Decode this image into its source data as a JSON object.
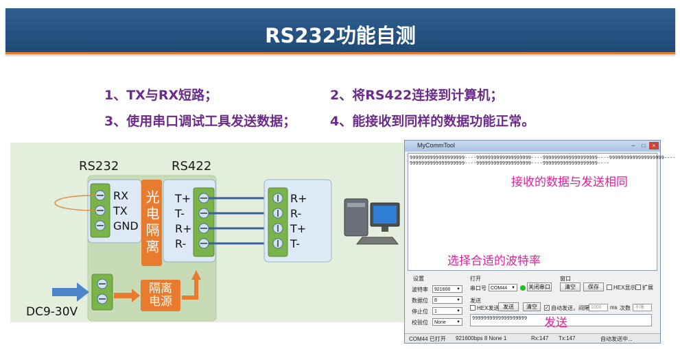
{
  "header": {
    "title": "RS232功能自测"
  },
  "steps": [
    "1、TX与RX短路；",
    "2、将RS422连接到计算机；",
    "3、使用串口调试工具发送数据；",
    "4、能接收到同样的数据功能正常。"
  ],
  "diagram": {
    "rs232_label": "RS232",
    "rs422_label": "RS422",
    "rs232_pins": [
      "RX",
      "TX",
      "GND"
    ],
    "rs422_pins": [
      "T+",
      "T-",
      "R+",
      "R-"
    ],
    "pc_pins": [
      "R+",
      "R-",
      "T+",
      "T-"
    ],
    "isolation_label": "光电隔离",
    "power_label": "隔离电源",
    "dc_label": "DC9-30V",
    "colors": {
      "module_green": "#79b34a",
      "isolation_orange": "#e87b2e",
      "wire_blue": "#3c5f9c",
      "arrow_blue": "#4a86c8",
      "loop_orange": "#e08c4a"
    }
  },
  "annotations": {
    "receive": "接收的数据与发送相同",
    "baud": "选择合适的波特率",
    "send": "发送"
  },
  "app": {
    "title": "MyCommTool",
    "receive_lines": [
      "9999999999999999999----9999999999999999999----9999999999999999999----9999999999999999999----",
      "9999999999999999999----9999999999999999999----9999999999999999999----"
    ],
    "settings": {
      "group": "设置",
      "baud_label": "波特率",
      "baud_value": "921600",
      "databits_label": "数据位",
      "databits_value": "8",
      "stopbits_label": "停止位",
      "stopbits_value": "1",
      "parity_label": "校验位",
      "parity_value": "None"
    },
    "open": {
      "group": "打开",
      "port_label": "串口号",
      "port_value": "COM44",
      "close_button": "关闭串口"
    },
    "window_group": {
      "group": "窗口",
      "clear_button": "清空",
      "save_button": "保存",
      "hex_display": "HEX显示",
      "expand": "扩展"
    },
    "send": {
      "group": "发送",
      "hex_send": "HEX发送",
      "send_button": "发送",
      "clear_button": "清空",
      "auto_send": "自动发送，间隔",
      "interval_value": "1000",
      "interval_unit": "ms",
      "count_label": "次数",
      "count_value": "不限",
      "text": "9999999999999999999"
    },
    "status": {
      "port": "COM44 已打开",
      "config": "921600bps  8  None  1",
      "rx": "Rx:147",
      "tx": "Tx:147",
      "state": "自动发送中..."
    }
  }
}
